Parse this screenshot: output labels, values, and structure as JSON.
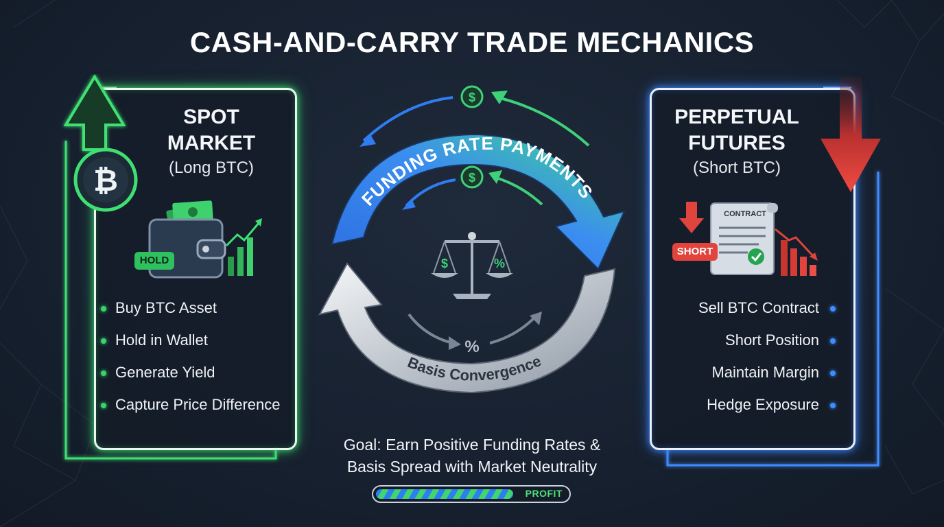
{
  "title": "CASH-AND-CARRY TRADE MECHANICS",
  "spot": {
    "title_line1": "SPOT",
    "title_line2": "MARKET",
    "subtitle": "(Long BTC)",
    "hold_tag": "HOLD",
    "bullets": [
      "Buy BTC Asset",
      "Hold in Wallet",
      "Generate Yield",
      "Capture Price Difference"
    ]
  },
  "futures": {
    "title_line1": "PERPETUAL",
    "title_line2": "FUTURES",
    "subtitle": "(Short BTC)",
    "contract_label": "CONTRACT",
    "short_tag": "SHORT",
    "bullets": [
      "Sell BTC Contract",
      "Short Position",
      "Maintain Margin",
      "Hedge Exposure"
    ]
  },
  "cycle": {
    "funding_label": "FUNDING RATE PAYMENTS",
    "basis_label": "Basis Convergence",
    "dollar_symbol": "$",
    "percent_symbol": "%"
  },
  "goal": {
    "line1": "Goal: Earn Positive Funding Rates &",
    "line2": "Basis Spread with Market Neutrality"
  },
  "progress": {
    "label": "PROFIT",
    "fraction": 0.72
  },
  "colors": {
    "green": "#38d36a",
    "blue": "#3f8cff",
    "red": "#e0443c"
  }
}
